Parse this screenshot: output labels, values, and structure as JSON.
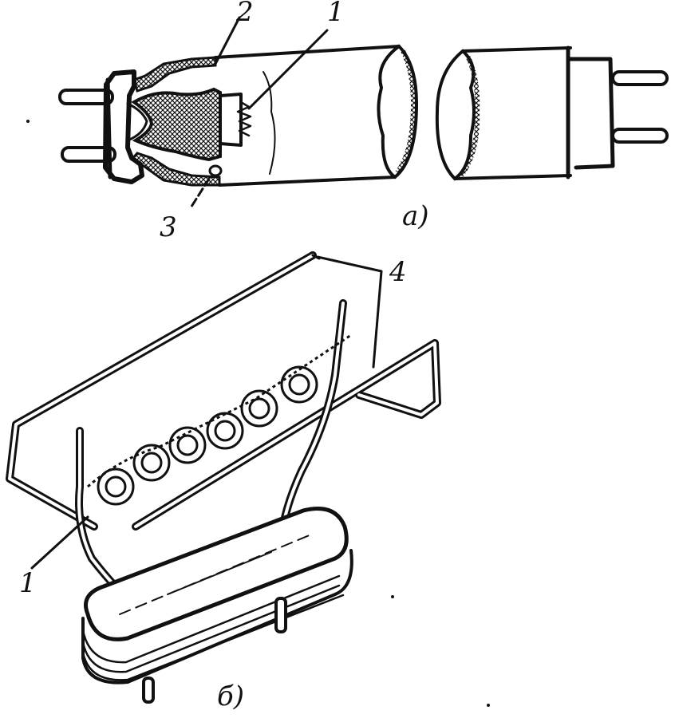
{
  "figure": {
    "labels": {
      "a_panel": "а)",
      "b_panel": "б)",
      "n1_top": "1",
      "n2_top": "2",
      "n3_top": "3",
      "n4": "4",
      "n1_bottom": "1"
    },
    "colors": {
      "ink": "#111111",
      "paper": "#ffffff"
    }
  }
}
